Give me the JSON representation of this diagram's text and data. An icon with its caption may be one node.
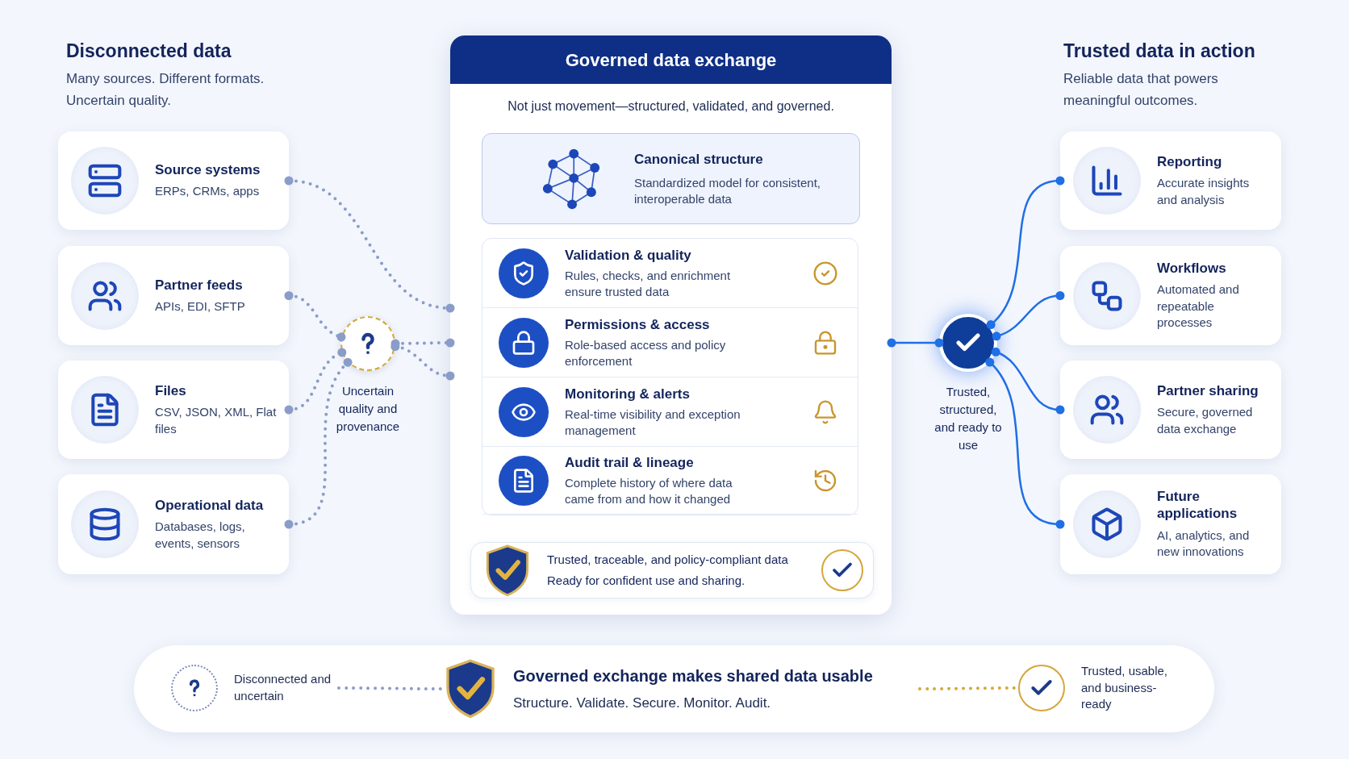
{
  "diagram": {
    "nodes": [
      {
        "text": [
          "Source systems",
          "ERPs, CRMs, apps"
        ]
      },
      {
        "text": [
          "Partner feeds",
          "APIs, EDI, SFTP"
        ]
      },
      {
        "text": [
          "Files",
          "CSV, JSON, XML, Flat files"
        ]
      },
      {
        "text": [
          "Operational data",
          "Databases, logs, events, sensors"
        ]
      },
      {
        "text": [],
        "shape": "circle",
        "beside": [
          "Uncertain quality and provenance"
        ]
      },
      {
        "text": [
          "Governed data exchange",
          "Not just movement—structured, validated, and governed."
        ]
      },
      {
        "text": [
          "Canonical structure",
          "Standardized model for consistent, interoperable data"
        ],
        "in": 5
      },
      {
        "text": [
          "Validation & quality",
          "Rules, checks, and enrichment ensure trusted data"
        ],
        "in": 5
      },
      {
        "text": [
          "Permissions & access",
          "Role-based access and policy enforcement"
        ],
        "in": 5
      },
      {
        "text": [
          "Monitoring & alerts",
          "Real-time visibility and exception management"
        ],
        "in": 5
      },
      {
        "text": [
          "Audit trail & lineage",
          "Complete history of where data came from and how it changed"
        ],
        "in": 5
      },
      {
        "text": [
          "Trusted, traceable, and policy-compliant data",
          "Ready for confident use and sharing."
        ],
        "in": 5
      },
      {
        "text": [],
        "shape": "circle",
        "beside": [
          "Trusted, structured, and ready to use"
        ]
      },
      {
        "text": [
          "Reporting",
          "Accurate insights and analysis"
        ]
      },
      {
        "text": [
          "Workflows",
          "Automated and repeatable processes"
        ]
      },
      {
        "text": [
          "Partner sharing",
          "Secure, governed data exchange"
        ]
      },
      {
        "text": [
          "Future applications",
          "AI, analytics, and new innovations"
        ]
      },
      {
        "text": [],
        "shape": "box"
      },
      {
        "text": [
          "Disconnected and uncertain"
        ],
        "in": 17
      },
      {
        "text": [
          "Governed exchange makes shared data usable",
          "Structure. Validate. Secure. Monitor. Audit."
        ],
        "in": 17
      },
      {
        "text": [
          "Trusted, usable, and business-ready"
        ],
        "in": 17
      }
    ],
    "edges": [
      {
        "from": 0,
        "to": 5,
        "arrow": "other",
        "style": "dashed"
      },
      {
        "from": 1,
        "to": 4,
        "arrow": "other",
        "style": "dashed"
      },
      {
        "from": 2,
        "to": 4,
        "arrow": "other",
        "style": "dashed"
      },
      {
        "from": 3,
        "to": 4,
        "arrow": "other",
        "style": "dashed"
      },
      {
        "from": 4,
        "to": 5,
        "arrow": "other",
        "style": "dashed"
      },
      {
        "from": 4,
        "to": 5,
        "arrow": "other",
        "style": "dashed"
      },
      {
        "from": 5,
        "to": 12,
        "arrow": "other",
        "color": "#1f6fe5"
      },
      {
        "from": 12,
        "to": 13,
        "arrow": "other",
        "color": "#1f6fe5"
      },
      {
        "from": 12,
        "to": 14,
        "arrow": "other",
        "color": "#1f6fe5"
      },
      {
        "from": 12,
        "to": 15,
        "arrow": "other",
        "color": "#1f6fe5"
      },
      {
        "from": 12,
        "to": 16,
        "arrow": "other",
        "color": "#1f6fe5"
      },
      {
        "from": 18,
        "to": 19,
        "arrow": "none",
        "style": "dashed"
      },
      {
        "from": 19,
        "to": 20,
        "arrow": "none",
        "style": "dashed",
        "color": "#d4a73c"
      }
    ],
    "labels": [
      "Disconnected data",
      "Many sources. Different formats. Uncertain quality.",
      "Trusted data in action",
      "Reliable data that powers meaningful outcomes."
    ]
  }
}
